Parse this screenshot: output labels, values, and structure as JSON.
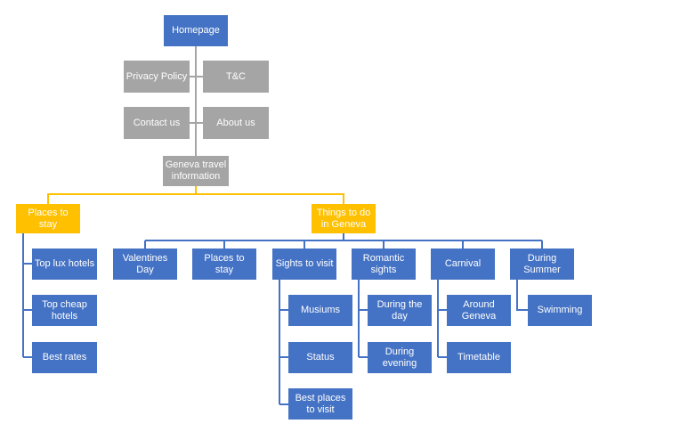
{
  "colors": {
    "blue": "#4472c4",
    "gray": "#a5a5a5",
    "gold": "#ffc000",
    "connector": "#8eaadb",
    "gold_connector": "#ffc000",
    "gray_connector": "#a5a5a5"
  },
  "nodes": {
    "homepage": "Homepage",
    "privacy_policy": "Privacy Policy",
    "tc": "T&C",
    "contact_us": "Contact us",
    "about_us": "About us",
    "geneva_info": "Geneva travel information",
    "places_to_stay": "Places to stay",
    "things_to_do": "Things to do in Geneva",
    "top_lux_hotels": "Top lux hotels",
    "top_cheap_hotels": "Top cheap hotels",
    "best_rates": "Best rates",
    "valentines_day": "Valentines Day",
    "places_to_stay_2": "Places to stay",
    "sights_to_visit": "Sights to visit",
    "romantic_sights": "Romantic sights",
    "carnival": "Carnival",
    "during_summer": "During Summer",
    "musiums": "Musiums",
    "status": "Status",
    "best_places_to_visit": "Best places to visit",
    "during_the_day": "During the day",
    "during_evening": "During evening",
    "around_geneva": "Around Geneva",
    "timetable": "Timetable",
    "swimming": "Swimming"
  }
}
